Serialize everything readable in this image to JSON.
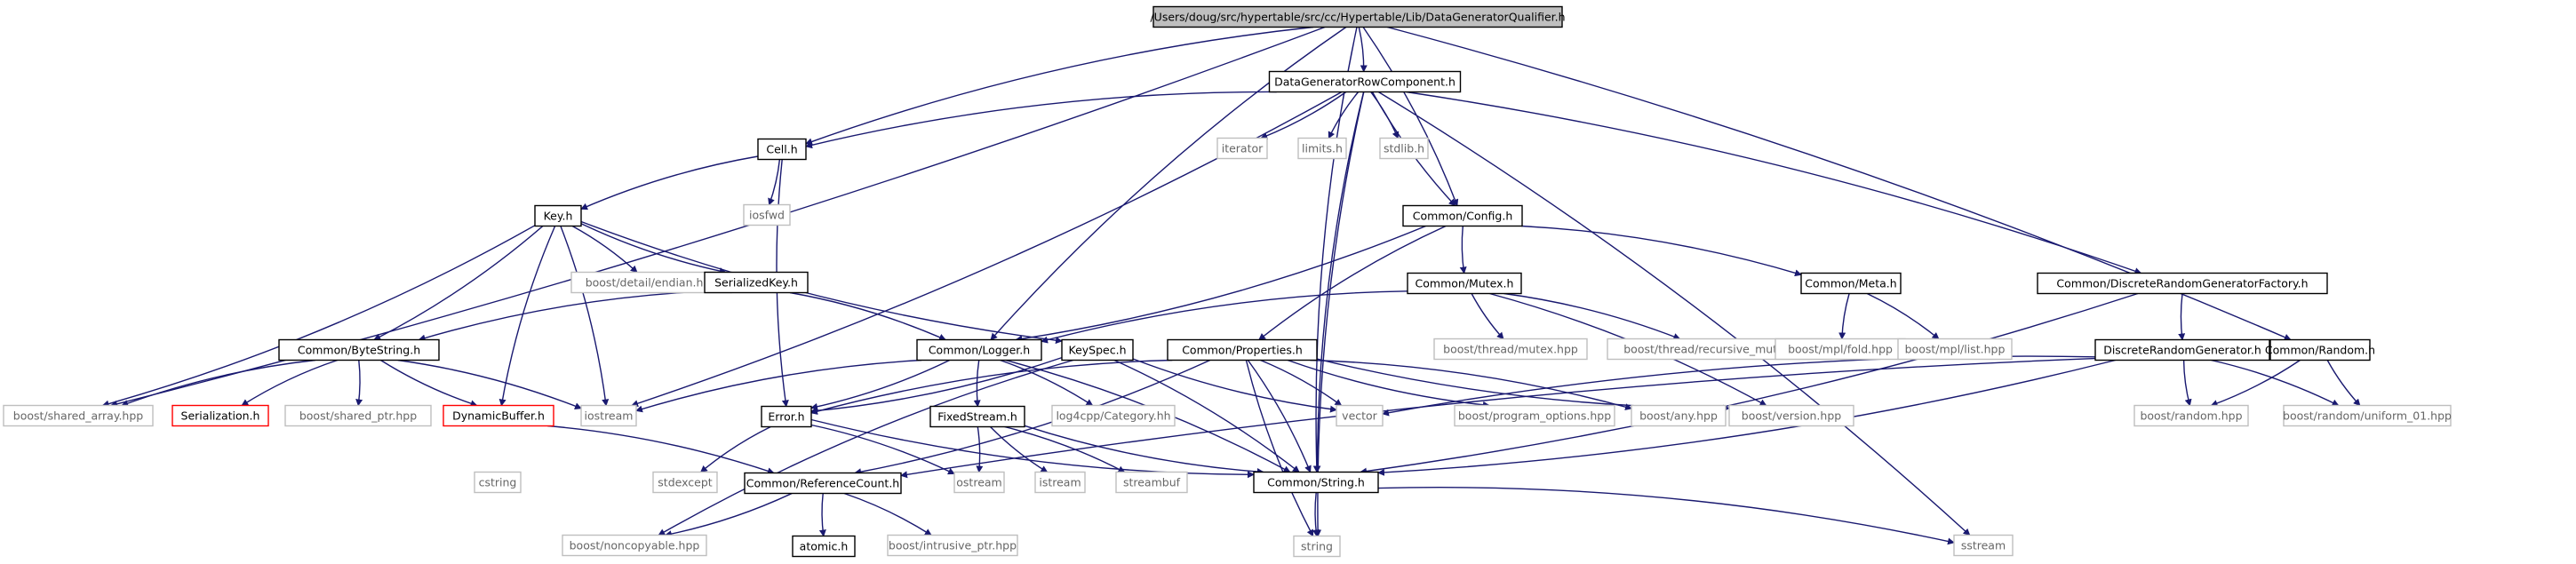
{
  "colors": {
    "edge": "#191970",
    "text": "#000000",
    "muted_text": "#666666",
    "box_border": "#000000",
    "muted_border": "#bfbfbf",
    "missing_border": "#ff0000",
    "root_fill": "#bfbfbf",
    "node_fill": "#ffffff"
  },
  "nodes": [
    {
      "id": "root",
      "label": "/Users/doug/src/hypertable/src/cc/Hypertable/Lib/DataGeneratorQualifier.h",
      "kind": "root"
    },
    {
      "id": "rowcomp",
      "label": "DataGeneratorRowComponent.h",
      "kind": "documented"
    },
    {
      "id": "cell",
      "label": "Cell.h",
      "kind": "documented"
    },
    {
      "id": "iterator",
      "label": "iterator",
      "kind": "external"
    },
    {
      "id": "limits",
      "label": "limits.h",
      "kind": "external"
    },
    {
      "id": "stdlib",
      "label": "stdlib.h",
      "kind": "external"
    },
    {
      "id": "key",
      "label": "Key.h",
      "kind": "documented"
    },
    {
      "id": "iosfwd",
      "label": "iosfwd",
      "kind": "external"
    },
    {
      "id": "config",
      "label": "Common/Config.h",
      "kind": "documented"
    },
    {
      "id": "endian",
      "label": "boost/detail/endian.hpp",
      "kind": "external"
    },
    {
      "id": "serkey",
      "label": "SerializedKey.h",
      "kind": "documented"
    },
    {
      "id": "mutex",
      "label": "Common/Mutex.h",
      "kind": "documented"
    },
    {
      "id": "meta",
      "label": "Common/Meta.h",
      "kind": "documented"
    },
    {
      "id": "drgf",
      "label": "Common/DiscreteRandomGeneratorFactory.h",
      "kind": "documented"
    },
    {
      "id": "bytestring",
      "label": "Common/ByteString.h",
      "kind": "documented"
    },
    {
      "id": "logger",
      "label": "Common/Logger.h",
      "kind": "documented"
    },
    {
      "id": "keyspec",
      "label": "KeySpec.h",
      "kind": "documented"
    },
    {
      "id": "props",
      "label": "Common/Properties.h",
      "kind": "documented"
    },
    {
      "id": "thmutex",
      "label": "boost/thread/mutex.hpp",
      "kind": "external"
    },
    {
      "id": "threcmutex",
      "label": "boost/thread/recursive_mutex.hpp",
      "kind": "external"
    },
    {
      "id": "mplfold",
      "label": "boost/mpl/fold.hpp",
      "kind": "external"
    },
    {
      "id": "mpllist",
      "label": "boost/mpl/list.hpp",
      "kind": "external"
    },
    {
      "id": "drg",
      "label": "DiscreteRandomGenerator.h",
      "kind": "documented"
    },
    {
      "id": "random",
      "label": "Common/Random.h",
      "kind": "documented"
    },
    {
      "id": "shared_array",
      "label": "boost/shared_array.hpp",
      "kind": "external"
    },
    {
      "id": "serialization",
      "label": "Serialization.h",
      "kind": "missing"
    },
    {
      "id": "shared_ptr",
      "label": "boost/shared_ptr.hpp",
      "kind": "external"
    },
    {
      "id": "dynbuf",
      "label": "DynamicBuffer.h",
      "kind": "missing"
    },
    {
      "id": "iostream",
      "label": "iostream",
      "kind": "external"
    },
    {
      "id": "error",
      "label": "Error.h",
      "kind": "documented"
    },
    {
      "id": "fixedstream",
      "label": "FixedStream.h",
      "kind": "documented"
    },
    {
      "id": "log4cpp",
      "label": "log4cpp/Category.hh",
      "kind": "external"
    },
    {
      "id": "vector",
      "label": "vector",
      "kind": "external"
    },
    {
      "id": "progopts",
      "label": "boost/program_options.hpp",
      "kind": "external"
    },
    {
      "id": "any",
      "label": "boost/any.hpp",
      "kind": "external"
    },
    {
      "id": "version",
      "label": "boost/version.hpp",
      "kind": "external"
    },
    {
      "id": "brandom",
      "label": "boost/random.hpp",
      "kind": "external"
    },
    {
      "id": "uniform",
      "label": "boost/random/uniform_01.hpp",
      "kind": "external"
    },
    {
      "id": "cstring",
      "label": "cstring",
      "kind": "external"
    },
    {
      "id": "stdexcept",
      "label": "stdexcept",
      "kind": "external"
    },
    {
      "id": "refcount",
      "label": "Common/ReferenceCount.h",
      "kind": "documented"
    },
    {
      "id": "ostream",
      "label": "ostream",
      "kind": "external"
    },
    {
      "id": "istream",
      "label": "istream",
      "kind": "external"
    },
    {
      "id": "streambuf",
      "label": "streambuf",
      "kind": "external"
    },
    {
      "id": "cstr",
      "label": "Common/String.h",
      "kind": "documented"
    },
    {
      "id": "noncopyable",
      "label": "boost/noncopyable.hpp",
      "kind": "external"
    },
    {
      "id": "atomic",
      "label": "atomic.h",
      "kind": "documented"
    },
    {
      "id": "intrusive",
      "label": "boost/intrusive_ptr.hpp",
      "kind": "external"
    },
    {
      "id": "string",
      "label": "string",
      "kind": "external"
    },
    {
      "id": "sstream",
      "label": "sstream",
      "kind": "external"
    }
  ],
  "edges": [
    [
      "root",
      "rowcomp"
    ],
    [
      "root",
      "cell"
    ],
    [
      "root",
      "config"
    ],
    [
      "root",
      "logger"
    ],
    [
      "root",
      "random"
    ],
    [
      "root",
      "cstr"
    ],
    [
      "root",
      "shared_array"
    ],
    [
      "rowcomp",
      "cell"
    ],
    [
      "rowcomp",
      "iterator"
    ],
    [
      "rowcomp",
      "limits"
    ],
    [
      "rowcomp",
      "stdlib"
    ],
    [
      "rowcomp",
      "config"
    ],
    [
      "rowcomp",
      "drgf"
    ],
    [
      "rowcomp",
      "cstr"
    ],
    [
      "rowcomp",
      "iostream"
    ],
    [
      "rowcomp",
      "string"
    ],
    [
      "rowcomp",
      "sstream"
    ],
    [
      "cell",
      "key"
    ],
    [
      "cell",
      "iosfwd"
    ],
    [
      "cell",
      "error"
    ],
    [
      "key",
      "endian"
    ],
    [
      "key",
      "serkey"
    ],
    [
      "key",
      "bytestring"
    ],
    [
      "key",
      "keyspec"
    ],
    [
      "key",
      "shared_array"
    ],
    [
      "key",
      "dynbuf"
    ],
    [
      "key",
      "iostream"
    ],
    [
      "serkey",
      "bytestring"
    ],
    [
      "serkey",
      "logger"
    ],
    [
      "bytestring",
      "serialization"
    ],
    [
      "bytestring",
      "shared_ptr"
    ],
    [
      "bytestring",
      "dynbuf"
    ],
    [
      "bytestring",
      "iostream"
    ],
    [
      "bytestring",
      "shared_array"
    ],
    [
      "dynbuf",
      "refcount"
    ],
    [
      "config",
      "mutex"
    ],
    [
      "config",
      "meta"
    ],
    [
      "config",
      "props"
    ],
    [
      "config",
      "logger"
    ],
    [
      "mutex",
      "thmutex"
    ],
    [
      "mutex",
      "threcmutex"
    ],
    [
      "mutex",
      "logger"
    ],
    [
      "mutex",
      "version"
    ],
    [
      "meta",
      "mplfold"
    ],
    [
      "meta",
      "mpllist"
    ],
    [
      "drgf",
      "drg"
    ],
    [
      "drgf",
      "cstr"
    ],
    [
      "drg",
      "brandom"
    ],
    [
      "drg",
      "uniform"
    ],
    [
      "drg",
      "vector"
    ],
    [
      "drg",
      "cstr"
    ],
    [
      "drg",
      "refcount"
    ],
    [
      "random",
      "brandom"
    ],
    [
      "random",
      "uniform"
    ],
    [
      "logger",
      "error"
    ],
    [
      "logger",
      "fixedstream"
    ],
    [
      "logger",
      "log4cpp"
    ],
    [
      "logger",
      "iostream"
    ],
    [
      "logger",
      "cstr"
    ],
    [
      "keyspec",
      "vector"
    ],
    [
      "keyspec",
      "cstr"
    ],
    [
      "keyspec",
      "noncopyable"
    ],
    [
      "keyspec",
      "error"
    ],
    [
      "props",
      "error"
    ],
    [
      "props",
      "vector"
    ],
    [
      "props",
      "progopts"
    ],
    [
      "props",
      "any"
    ],
    [
      "props",
      "version"
    ],
    [
      "props",
      "cstr"
    ],
    [
      "props",
      "string"
    ],
    [
      "props",
      "refcount"
    ],
    [
      "error",
      "stdexcept"
    ],
    [
      "error",
      "ostream"
    ],
    [
      "error",
      "cstr"
    ],
    [
      "fixedstream",
      "ostream"
    ],
    [
      "fixedstream",
      "istream"
    ],
    [
      "fixedstream",
      "streambuf"
    ],
    [
      "fixedstream",
      "cstr"
    ],
    [
      "refcount",
      "noncopyable"
    ],
    [
      "refcount",
      "atomic"
    ],
    [
      "refcount",
      "intrusive"
    ],
    [
      "cstr",
      "string"
    ],
    [
      "cstr",
      "sstream"
    ]
  ]
}
